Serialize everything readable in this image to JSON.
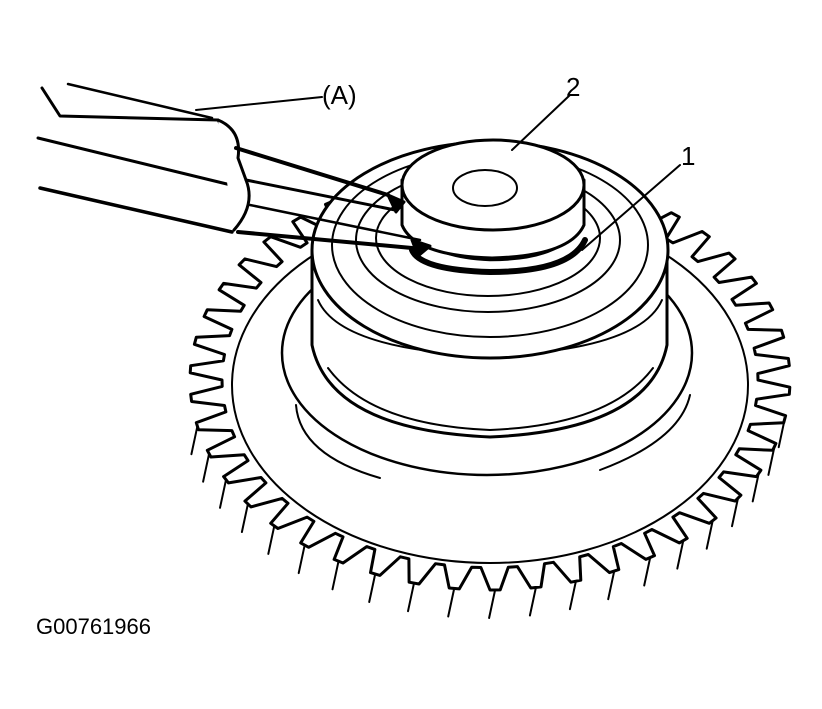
{
  "labels": {
    "tool": "(A)",
    "part_1": "1",
    "part_2": "2"
  },
  "figure_id": "G00761966",
  "colors": {
    "line": "#000000",
    "background": "#ffffff"
  }
}
